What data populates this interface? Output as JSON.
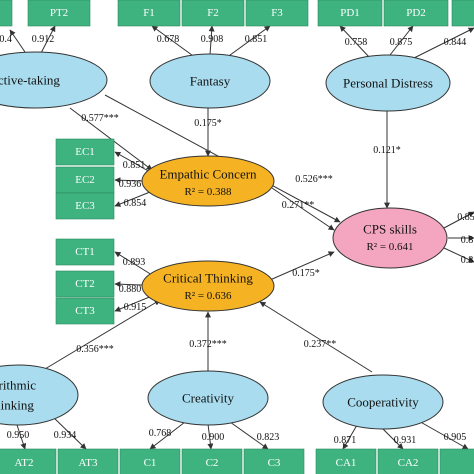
{
  "indicators": {
    "pt2": "PT2",
    "f1": "F1",
    "f2": "F2",
    "f3": "F3",
    "pd1": "PD1",
    "pd2": "PD2",
    "ec1": "EC1",
    "ec2": "EC2",
    "ec3": "EC3",
    "ct1": "CT1",
    "ct2": "CT2",
    "ct3": "CT3",
    "at2": "AT2",
    "at3": "AT3",
    "c1": "C1",
    "c2": "C2",
    "c3": "C3",
    "ca1": "CA1",
    "ca2": "CA2"
  },
  "constructs": {
    "perspective": "ective-taking",
    "fantasy": "Fantasy",
    "distress": "Personal Distress",
    "empathic": "Empathic Concern",
    "empathic_r2": "R² = 0.388",
    "critical": "Critical Thinking",
    "critical_r2": "R² = 0.636",
    "cps": "CPS skills",
    "cps_r2": "R² = 0.641",
    "algorithmic_1": "orithmic",
    "algorithmic_2": "hinking",
    "creativity": "Creativity",
    "cooperativity": "Cooperativity"
  },
  "loadings": {
    "pt_a": "-0.4",
    "pt_b": "0.912",
    "f1": "0.678",
    "f2": "0.908",
    "f3": "0.851",
    "pd1": "0.758",
    "pd2": "0.875",
    "pd3": "0.844",
    "ec1": "0.851",
    "ec2": "0.936",
    "ec3": "0.854",
    "ct1": "0.893",
    "ct2": "0.880",
    "ct3": "0.915",
    "at2": "0.950",
    "at3": "0.934",
    "c1": "0.768",
    "c2": "0.900",
    "c3": "0.823",
    "ca1": "0.871",
    "ca2": "0.931",
    "ca3": "0.905",
    "cps_a": "0.85",
    "cps_b": "0.8",
    "cps_c": "0.8"
  },
  "paths": {
    "pt_ec": "0.577***",
    "f_ec": "0.175*",
    "pd_cps": "0.121*",
    "pt_cps": "0.526***",
    "ec_cps": "0.271**",
    "ct_cps": "0.175*",
    "at_ct": "0.356***",
    "c_ct": "0.372***",
    "ca_ct": "0.237**"
  }
}
